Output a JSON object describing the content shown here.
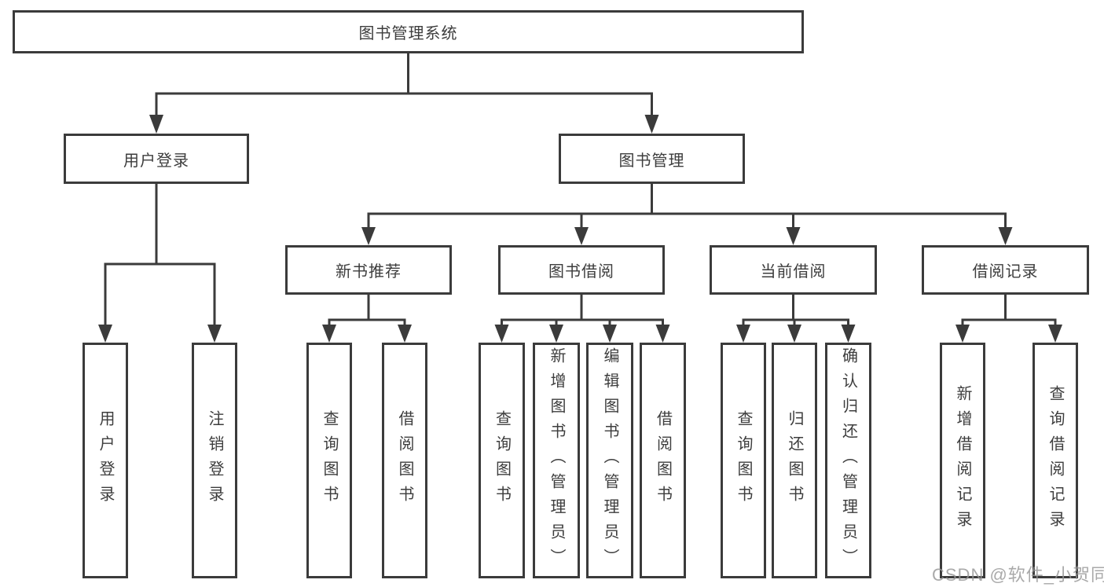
{
  "diagram": {
    "root": "图书管理系统",
    "level2": {
      "user_login": "用户登录",
      "book_mgmt": "图书管理"
    },
    "level3": {
      "new_book_rec": "新书推荐",
      "book_borrow": "图书借阅",
      "current_borrow": "当前借阅",
      "borrow_records": "借阅记录"
    },
    "leaves": {
      "user_login": "用户登录",
      "logout": "注销登录",
      "rec_query_book": "查询图书",
      "rec_borrow_book": "借阅图书",
      "bb_query_book": "查询图书",
      "bb_add_book": "新增图书（管理员）",
      "bb_edit_book": "编辑图书（管理员）",
      "bb_borrow_book": "借阅图书",
      "cur_query_book": "查询图书",
      "cur_return_book": "归还图书",
      "cur_confirm_return": "确认归还（管理员）",
      "rec_add_record": "新增借阅记录",
      "rec_query_record": "查询借阅记录"
    }
  },
  "watermark": "CSDN @软件_小贺同学",
  "colors": {
    "line": "#3b3b3b",
    "text": "#3d3d3d",
    "watermark": "#969696",
    "background": "#ffffff"
  }
}
